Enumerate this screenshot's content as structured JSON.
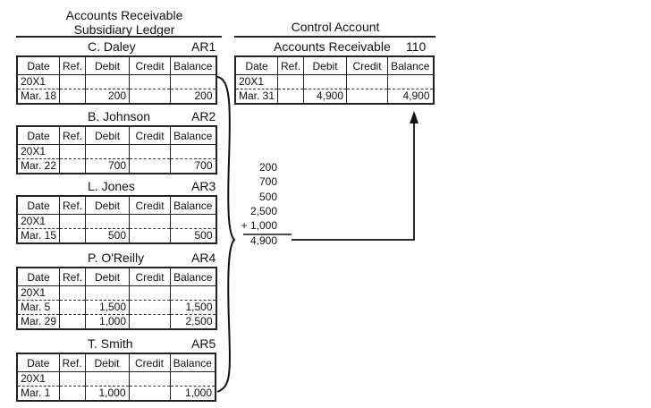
{
  "headings": {
    "subsidiary_line1": "Accounts Receivable",
    "subsidiary_line2": "Subsidiary Ledger",
    "control": "Control Account"
  },
  "columns": [
    "Date",
    "Ref.",
    "Debit",
    "Credit",
    "Balance"
  ],
  "subsidiary_accounts": [
    {
      "name": "C. Daley",
      "number": "AR1",
      "rows": [
        {
          "date": "20X1",
          "ref": "",
          "debit": "",
          "credit": "",
          "balance": ""
        },
        {
          "date": "Mar. 18",
          "ref": "",
          "debit": "200",
          "credit": "",
          "balance": "200"
        }
      ]
    },
    {
      "name": "B. Johnson",
      "number": "AR2",
      "rows": [
        {
          "date": "20X1",
          "ref": "",
          "debit": "",
          "credit": "",
          "balance": ""
        },
        {
          "date": "Mar. 22",
          "ref": "",
          "debit": "700",
          "credit": "",
          "balance": "700"
        }
      ]
    },
    {
      "name": "L. Jones",
      "number": "AR3",
      "rows": [
        {
          "date": "20X1",
          "ref": "",
          "debit": "",
          "credit": "",
          "balance": ""
        },
        {
          "date": "Mar. 15",
          "ref": "",
          "debit": "500",
          "credit": "",
          "balance": "500"
        }
      ]
    },
    {
      "name": "P. O'Reilly",
      "number": "AR4",
      "rows": [
        {
          "date": "20X1",
          "ref": "",
          "debit": "",
          "credit": "",
          "balance": ""
        },
        {
          "date": "Mar. 5",
          "ref": "",
          "debit": "1,500",
          "credit": "",
          "balance": "1,500"
        },
        {
          "date": "Mar. 29",
          "ref": "",
          "debit": "1,000",
          "credit": "",
          "balance": "2,500"
        }
      ]
    },
    {
      "name": "T. Smith",
      "number": "AR5",
      "rows": [
        {
          "date": "20X1",
          "ref": "",
          "debit": "",
          "credit": "",
          "balance": ""
        },
        {
          "date": "Mar. 1",
          "ref": "",
          "debit": "1,000",
          "credit": "",
          "balance": "1,000"
        }
      ]
    }
  ],
  "control_account": {
    "name": "Accounts Receivable",
    "number": "110",
    "rows": [
      {
        "date": "20X1",
        "ref": "",
        "debit": "",
        "credit": "",
        "balance": ""
      },
      {
        "date": "Mar. 31",
        "ref": "",
        "debit": "4,900",
        "credit": "",
        "balance": "4,900"
      }
    ]
  },
  "summation": {
    "items": [
      "200",
      "700",
      "500",
      "2,500",
      "+ 1,000"
    ],
    "total": "4,900"
  }
}
